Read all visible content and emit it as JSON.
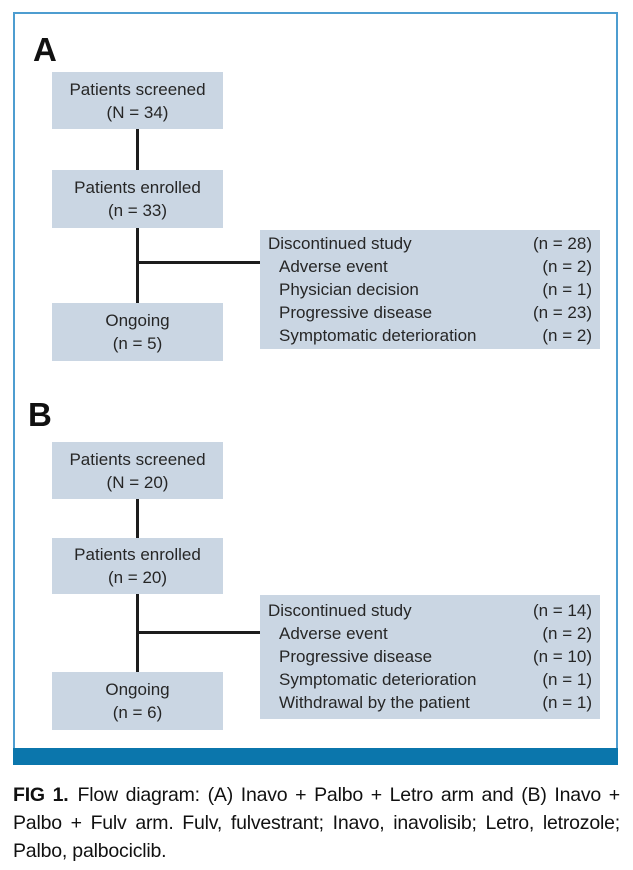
{
  "colors": {
    "frame_border": "#4d9dd0",
    "bottom_bar": "#0b76ac",
    "box_fill": "#cad6e3",
    "line": "#1c1c1c",
    "text": "#262626"
  },
  "panel_a": {
    "label": "A",
    "screened_line1": "Patients screened",
    "screened_line2": "(N = 34)",
    "enrolled_line1": "Patients enrolled",
    "enrolled_line2": "(n = 33)",
    "ongoing_line1": "Ongoing",
    "ongoing_line2": "(n = 5)",
    "discontinued": [
      {
        "label": "Discontinued study",
        "value": "(n = 28)"
      },
      {
        "label": "Adverse event",
        "value": "(n = 2)"
      },
      {
        "label": "Physician decision",
        "value": "(n = 1)"
      },
      {
        "label": "Progressive disease",
        "value": "(n = 23)"
      },
      {
        "label": "Symptomatic deterioration",
        "value": "(n = 2)"
      }
    ]
  },
  "panel_b": {
    "label": "B",
    "screened_line1": "Patients screened",
    "screened_line2": "(N = 20)",
    "enrolled_line1": "Patients enrolled",
    "enrolled_line2": "(n = 20)",
    "ongoing_line1": "Ongoing",
    "ongoing_line2": "(n = 6)",
    "discontinued": [
      {
        "label": "Discontinued study",
        "value": "(n = 14)"
      },
      {
        "label": "Adverse event",
        "value": "(n = 2)"
      },
      {
        "label": "Progressive disease",
        "value": "(n = 10)"
      },
      {
        "label": "Symptomatic deterioration",
        "value": "(n = 1)"
      },
      {
        "label": "Withdrawal by the patient",
        "value": "(n = 1)"
      }
    ]
  },
  "caption": {
    "fig_label": "FIG 1.",
    "text": "Flow diagram: (A) Inavo + Palbo + Letro arm and (B) Inavo + Palbo + Fulv arm. Fulv, fulvestrant; Inavo, inavolisib; Letro, letrozole; Palbo, palbociclib."
  }
}
